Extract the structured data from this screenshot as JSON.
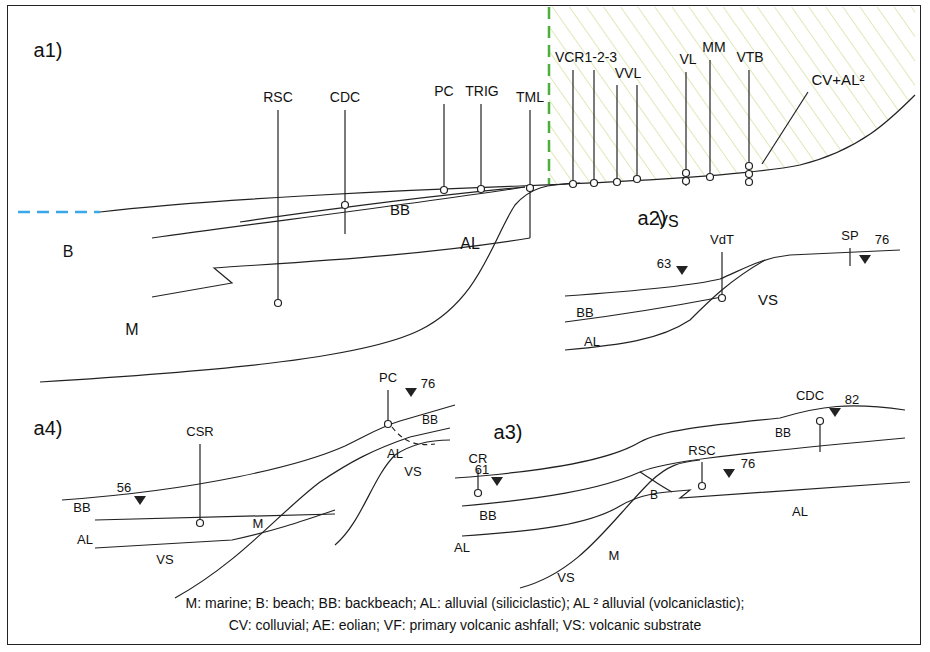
{
  "diagram": {
    "labels": [
      "a1)",
      "RSC",
      "CDC",
      "PC",
      "TRIG",
      "TML",
      "VCR1-2-3",
      "VVL",
      "VL",
      "MM",
      "VTB",
      "CV+AL²",
      "B",
      "BB",
      "AL",
      "VS",
      "M",
      "a2)",
      "VdT",
      "SP",
      "76",
      "63",
      "BB",
      "VS",
      "AL",
      "a4)",
      "CSR",
      "PC",
      "76",
      "56",
      "BB",
      "BB",
      "AL",
      "AL",
      "M",
      "VS",
      "VS",
      "a3)",
      "CR",
      "RSC",
      "76",
      "CDC",
      "82",
      "61",
      "BB",
      "B",
      "BB",
      "AL",
      "AL",
      "M",
      "VS",
      "M: marine;  B: beach;  BB: backbeach;  AL: alluvial (siliciclastic);  AL ² alluvial (volcaniclastic);",
      "CV: colluvial;  AE: eolian;  VF: primary volcanic ashfall;  VS: volcanic substrate"
    ]
  }
}
